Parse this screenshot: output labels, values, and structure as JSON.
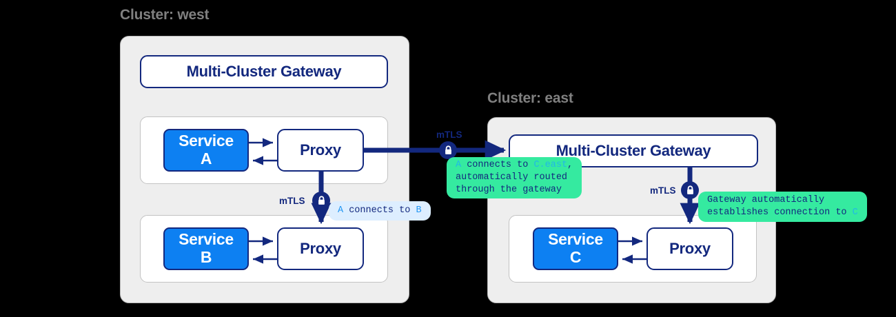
{
  "clusters": [
    {
      "label": "Cluster: west",
      "gateway": "Multi-Cluster Gateway",
      "services": [
        {
          "name_line1": "Service",
          "name_line2": "A",
          "proxy": "Proxy"
        },
        {
          "name_line1": "Service",
          "name_line2": "B",
          "proxy": "Proxy"
        }
      ]
    },
    {
      "label": "Cluster: east",
      "gateway": "Multi-Cluster Gateway",
      "services": [
        {
          "name_line1": "Service",
          "name_line2": "C",
          "proxy": "Proxy"
        }
      ]
    }
  ],
  "mtls_labels": {
    "west_internal": "mTLS",
    "cross_cluster": "mTLS",
    "east_internal": "mTLS"
  },
  "lock_icon": "lock-icon",
  "tooltips": {
    "a_to_b": {
      "parts": [
        {
          "text": "A",
          "style": "blue"
        },
        {
          "text": " connects to ",
          "style": "plain"
        },
        {
          "text": "B",
          "style": "blue"
        }
      ]
    },
    "a_to_c_east": {
      "parts": [
        {
          "text": "A",
          "style": "cyan"
        },
        {
          "text": " connects to ",
          "style": "plain"
        },
        {
          "text": "C.east",
          "style": "cyan"
        },
        {
          "text": ",\nautomatically routed\nthrough the gateway",
          "style": "plain"
        }
      ]
    },
    "gateway_establishes": {
      "parts": [
        {
          "text": "Gateway automatically\nestablishes connection to ",
          "style": "plain"
        },
        {
          "text": "C",
          "style": "cyan"
        }
      ]
    }
  },
  "colors": {
    "background": "#000000",
    "panel_fill": "#eeeeee",
    "panel_border": "#b9b9b9",
    "navy": "#13287e",
    "service_blue": "#0d80f2",
    "tooltip_blue": "#ddeeff",
    "tooltip_green": "#35eaa0",
    "cluster_label": "#808080",
    "token_blue": "#2196f3",
    "token_cyan": "#21b8e6"
  }
}
